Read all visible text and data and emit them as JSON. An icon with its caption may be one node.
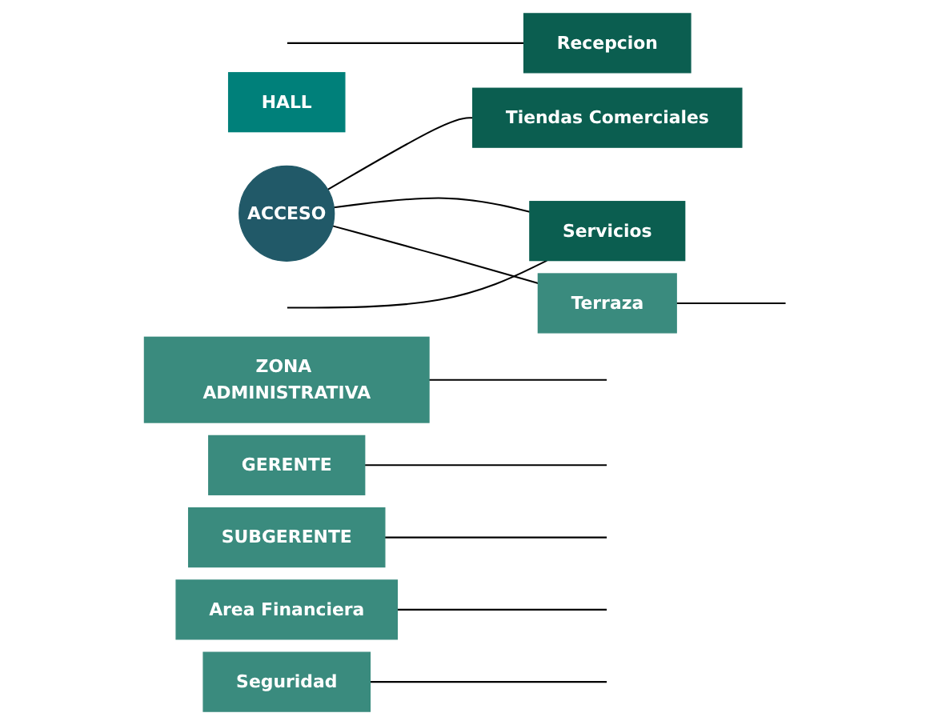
{
  "diagram": {
    "nodes": [
      {
        "text": [
          "ACCESO"
        ]
      },
      {
        "text": [
          "HALL"
        ]
      },
      {
        "text": [
          "Tiendas Comerciales"
        ]
      },
      {
        "text": [
          "Recepcion"
        ]
      },
      {
        "text": [
          "Servicios"
        ]
      },
      {
        "text": [
          "ZONA ADMINISTRATIVA"
        ]
      },
      {
        "text": [
          "GERENTE"
        ]
      },
      {
        "text": [
          "SUBGERENTE"
        ]
      },
      {
        "text": [
          "Area Financiera"
        ]
      },
      {
        "text": [
          "Seguridad"
        ]
      },
      {
        "text": [
          "Terraza"
        ]
      }
    ],
    "edges": [
      {
        "from": 0,
        "to": 2,
        "arrow": "none"
      },
      {
        "from": 0,
        "to": 4,
        "arrow": "none"
      },
      {
        "from": 0,
        "to": 10,
        "arrow": "none"
      },
      {
        "from": null,
        "to": 3,
        "arrow": "none"
      },
      {
        "from": null,
        "to": 4,
        "arrow": "none"
      },
      {
        "from": 5,
        "to": null,
        "arrow": "none"
      },
      {
        "from": 6,
        "to": null,
        "arrow": "none"
      },
      {
        "from": 7,
        "to": null,
        "arrow": "none"
      },
      {
        "from": 8,
        "to": null,
        "arrow": "none"
      },
      {
        "from": 9,
        "to": null,
        "arrow": "none"
      },
      {
        "from": 10,
        "to": null,
        "arrow": "none"
      }
    ]
  }
}
